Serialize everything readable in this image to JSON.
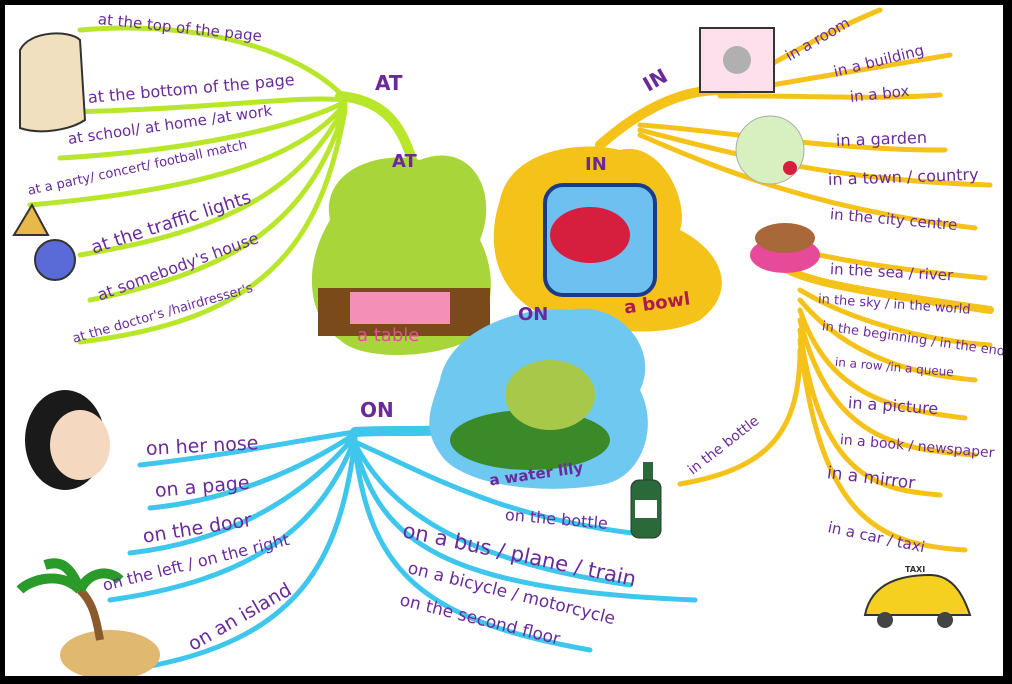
{
  "at": {
    "heading": "AT",
    "bubble_heading": "AT",
    "bubble_caption": "a table",
    "items": [
      "at the top of the page",
      "at the bottom of the page",
      "at school/ at home /at work",
      "at a party/ concert/ football match",
      "at the traffic lights",
      "at somebody's house",
      "at the doctor's /hairdresser's"
    ]
  },
  "in": {
    "heading": "IN",
    "bubble_heading": "IN",
    "bubble_caption": "a bowl",
    "items": [
      "in a room",
      "in a building",
      "in a box",
      "in a garden",
      "in a town / country",
      "in the city centre",
      "in the sea / river",
      "in the sky / in the world",
      "in the beginning / in the end",
      "in a row /in a queue",
      "in a picture",
      "in a book / newspaper",
      "in a mirror",
      "in a car / taxi",
      "in the bottle"
    ]
  },
  "on": {
    "heading": "ON",
    "bubble_heading": "ON",
    "bubble_caption": "a water lily",
    "items": [
      "on her nose",
      "on a page",
      "on the door",
      "on the left / on the right",
      "on an island",
      "on the bottle",
      "on a bus / plane / train",
      "on a bicycle / motorcycle",
      "on the second floor"
    ]
  },
  "taxi_sign": "TAXI",
  "colors": {
    "at_branch": "#b8e62a",
    "in_branch": "#f5c21a",
    "on_branch": "#3ec6ec",
    "label_text": "#6a2a9a",
    "frame": "#000000"
  }
}
